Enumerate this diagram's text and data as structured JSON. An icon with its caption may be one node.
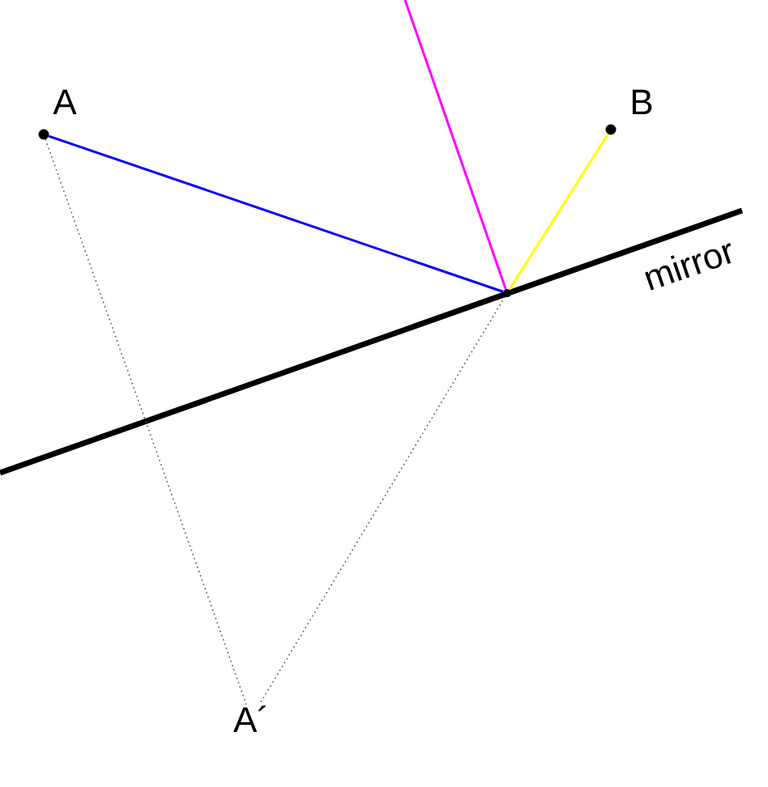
{
  "diagram": {
    "nodes": [
      {
        "text": [],
        "shape": "circle"
      },
      {
        "text": [],
        "shape": "circle"
      },
      {
        "text": [],
        "shape": "point"
      },
      {
        "text": [
          "A´"
        ]
      }
    ],
    "edges": [
      {
        "from": 0,
        "to": 2,
        "arrow": "none",
        "color": "#0000ff"
      },
      {
        "from": 2,
        "to": 1,
        "arrow": "none",
        "color": "#ffff00"
      },
      {
        "from": 2,
        "to": null,
        "arrow": "none",
        "color": "#ff00ff"
      },
      {
        "from": 0,
        "to": 3,
        "arrow": "none",
        "style": "dashed",
        "color": "#555555"
      },
      {
        "from": 2,
        "to": 3,
        "arrow": "none",
        "style": "dashed",
        "color": "#555555"
      }
    ],
    "labels": [
      "A",
      "B",
      "mirror"
    ]
  }
}
